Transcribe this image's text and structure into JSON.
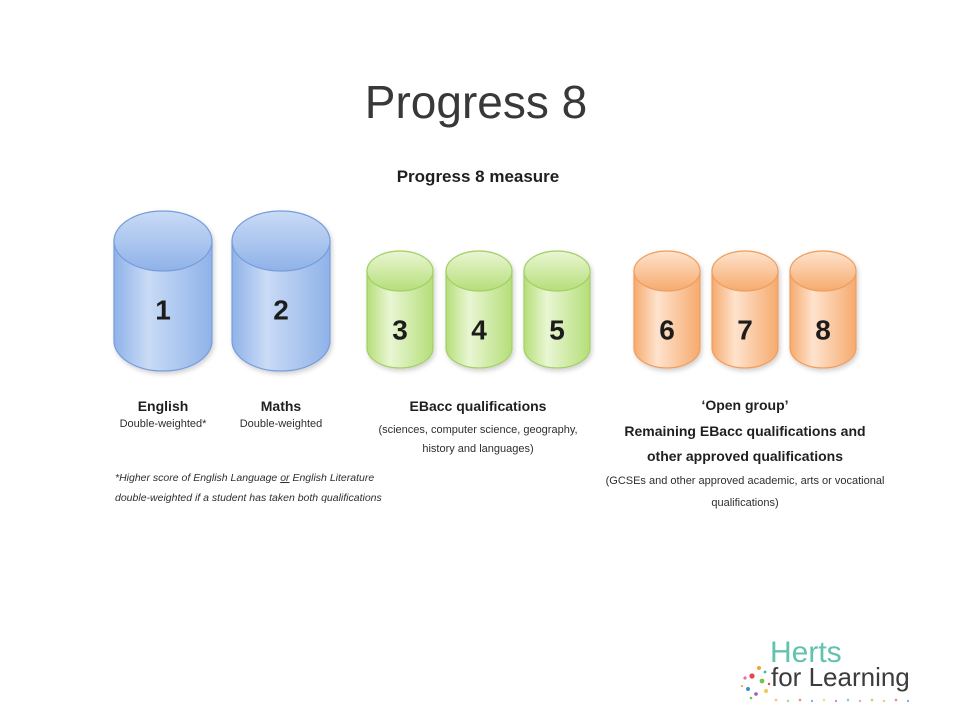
{
  "slide": {
    "title": "Progress 8",
    "subtitle": "Progress 8 measure"
  },
  "bucket_numbers": [
    "1",
    "2",
    "3",
    "4",
    "5",
    "6",
    "7",
    "8"
  ],
  "groups": {
    "english": {
      "label": "English",
      "note": "Double-weighted*"
    },
    "maths": {
      "label": "Maths",
      "note": "Double-weighted"
    },
    "ebacc": {
      "label": "EBacc qualifications",
      "note_lines": [
        "(sciences, computer science, geography,",
        "history and languages)"
      ]
    },
    "open_group": {
      "label": "‘Open group’",
      "desc_lines": [
        "Remaining EBacc qualifications and",
        "other approved qualifications"
      ],
      "note_lines": [
        "(GCSEs and other approved academic, arts or vocational",
        "qualifications)"
      ]
    }
  },
  "footnote": {
    "line1_start": "*Higher score of English Language ",
    "line1_emphasis": "or",
    "line1_end": " English Literature",
    "line2": "double-weighted if a student has taken both qualifications"
  },
  "logo": {
    "word1": "Herts",
    "word2": "for Learning"
  },
  "colors": {
    "title_text": "#383838",
    "label_text": "#1f1f1f",
    "note_text": "#2e2e2e",
    "logo_herts": "#62c3ad",
    "logo_learning": "#3c3c3c",
    "blue_edge": "#8fb2e8",
    "blue_light": "#c9dbf6",
    "blue_stroke": "#779cdb",
    "green_edge": "#b5de79",
    "green_light": "#e9f6d3",
    "green_stroke": "#a2cf66",
    "orange_edge": "#f6aa6e",
    "orange_light": "#fee3cd",
    "orange_stroke": "#f09d5c"
  }
}
